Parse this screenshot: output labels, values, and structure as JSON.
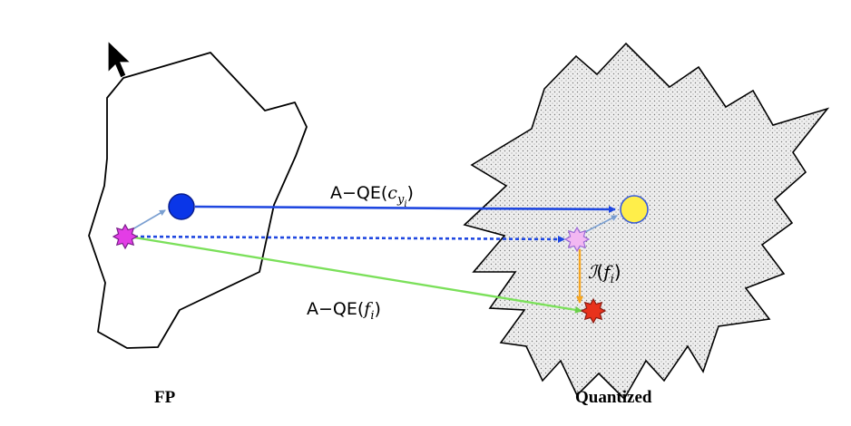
{
  "labels": {
    "fp": "FP",
    "quantized": "Quantized"
  },
  "equations": {
    "aqe_class_prefix": "A−QE(",
    "aqe_class_var": "c",
    "aqe_class_sub": "y",
    "aqe_class_subsub": "i",
    "aqe_class_suffix": ")",
    "aqe_feature_prefix": "A−QE(",
    "aqe_feature_var": "f",
    "aqe_feature_sub": "i",
    "aqe_feature_suffix": ")",
    "interp_symbol": "ℐ",
    "interp_open": "(",
    "interp_var": "f",
    "interp_sub": "i",
    "interp_close": ")"
  },
  "colors": {
    "region_outline": "#000000",
    "quantized_fill": "#eeeeee",
    "fp_center": "#0a36e8",
    "quantized_center": "#ffee4a",
    "fp_feature": "#e33de6",
    "quantized_feature_projected": "#f2b8f2",
    "quantized_feature": "#e8321c",
    "arrow_class": "#1f47e0",
    "arrow_feature": "#7be05a",
    "arrow_interp": "#f5a623",
    "arrow_small": "#7a9fd1"
  },
  "icons": {
    "cursor": "mouse-pointer-icon",
    "fp_center": "filled-circle",
    "quantized_center": "filled-circle",
    "features": "eight-point-star"
  }
}
